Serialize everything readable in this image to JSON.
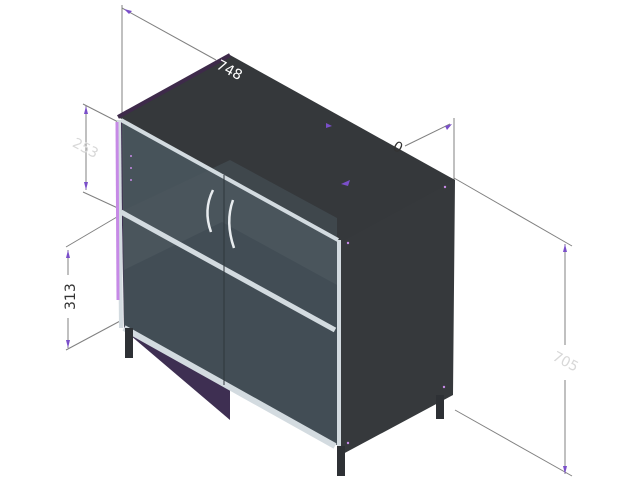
{
  "view": {
    "background": "#ffffff",
    "projection": "isometric"
  },
  "model": {
    "name": "cabinet",
    "colors": {
      "body": "#36393c",
      "top": "#35383b",
      "glass": "#4a555c",
      "interior": "#3e2f52",
      "edge_highlight": "#c68ae6",
      "trim": "#d3dbe0",
      "leg": "#2e3135",
      "dimension_line": "#808080",
      "arrow": "#7a4fc9"
    },
    "doors": 2,
    "shelves": 1
  },
  "dimensions": {
    "width": {
      "label": "748",
      "color": "#ffffff"
    },
    "upper_height": {
      "label": "253",
      "color": "#d8d8d8"
    },
    "lower_height": {
      "label": "313",
      "color": "#333333"
    },
    "total_height": {
      "label": "705",
      "color": "#d8d8d8"
    },
    "depth": {
      "label": "0",
      "color": "#333333"
    }
  }
}
